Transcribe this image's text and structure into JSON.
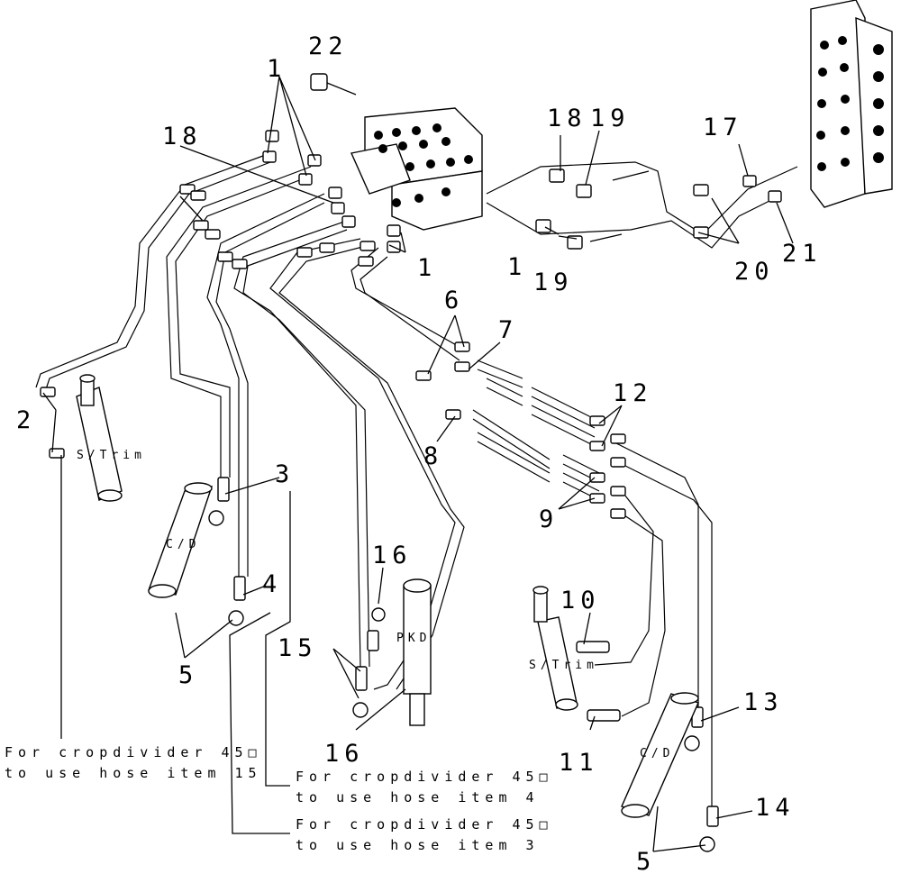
{
  "callouts": {
    "c22": "22",
    "c1a": "1",
    "c18a": "18",
    "c18b": "18",
    "c19a": "19",
    "c17": "17",
    "c1b": "1",
    "c1c": "1",
    "c19b": "19",
    "c20": "20",
    "c21": "21",
    "c6": "6",
    "c7": "7",
    "c12": "12",
    "c2": "2",
    "c8": "8",
    "c9": "9",
    "c3": "3",
    "c4": "4",
    "c5a": "5",
    "c16a": "16",
    "c15": "15",
    "c10": "10",
    "c11": "11",
    "c13": "13",
    "c16b": "16",
    "c14": "14",
    "c5b": "5"
  },
  "cylinders": {
    "strim_left": "S/Trim",
    "cd_left": "C/D",
    "pkd": "PKD",
    "strim_right": "S/Trim",
    "cd_right": "C/D"
  },
  "notes": {
    "n1_line1": "For cropdivider 45□",
    "n1_line2": "to use hose item 15",
    "n2_line1": "For cropdivider 45□",
    "n2_line2": "to use hose item 4",
    "n3_line1": "For cropdivider 45□",
    "n3_line2": "to use hose item 3"
  }
}
